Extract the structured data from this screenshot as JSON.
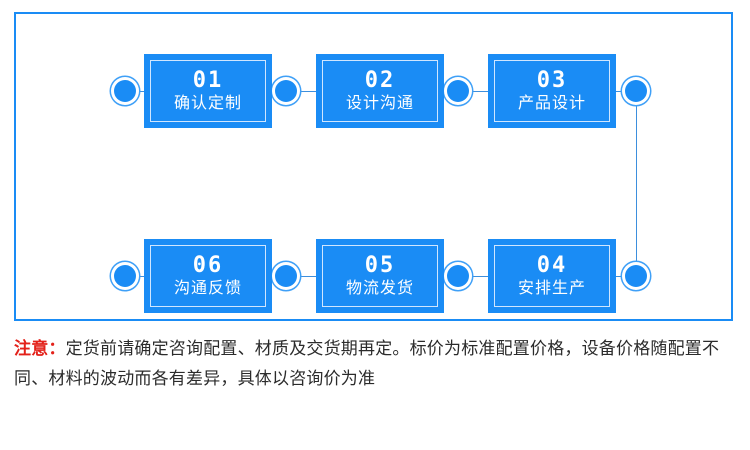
{
  "flow": {
    "direction": "serpentine-right-then-wrap",
    "accent_color": "#1a8cf5",
    "frame_color": "#1a8cf5",
    "connector_color": "#3d8fdd",
    "box_text_color": "#ffffff",
    "steps": [
      {
        "number": "01",
        "label": "确认定制",
        "row": 1
      },
      {
        "number": "02",
        "label": "设计沟通",
        "row": 1
      },
      {
        "number": "03",
        "label": "产品设计",
        "row": 1
      },
      {
        "number": "04",
        "label": "安排生产",
        "row": 2
      },
      {
        "number": "05",
        "label": "物流发货",
        "row": 2
      },
      {
        "number": "06",
        "label": "沟通反馈",
        "row": 2
      }
    ]
  },
  "note": {
    "label": "注意：",
    "label_color": "#e3211a",
    "text": "定货前请确定咨询配置、材质及交货期再定。标价为标准配置价格，设备价格随配置不同、材料的波动而各有差异，具体以咨询价为准",
    "text_color": "#2b2b2b"
  },
  "icons": {
    "node": "connector-dot-icon"
  }
}
